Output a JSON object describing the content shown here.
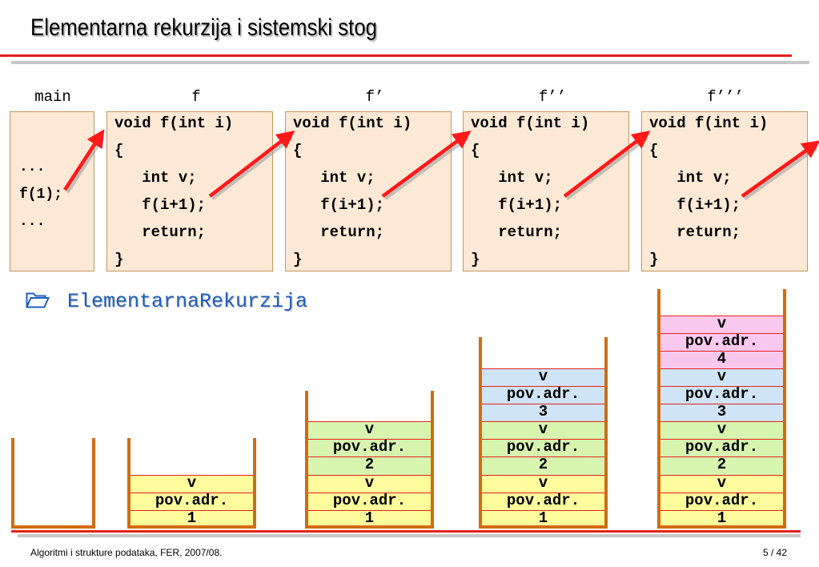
{
  "title": "Elementarna rekurzija i sistemski stog",
  "footer": {
    "left": "Algoritmi i strukture podataka, FER, 2007/08.",
    "right": "5 / 42"
  },
  "columns": {
    "main": "main",
    "f": "f",
    "f1": "f’",
    "f2": "f’’",
    "f3": "f’’’"
  },
  "main_code": [
    "...",
    "f(1);",
    "..."
  ],
  "func_code": [
    "void f(int i)",
    "{",
    "   int v;",
    "   f(i+1);",
    "   return;",
    "}"
  ],
  "link": {
    "icon": "folder-icon",
    "text": "ElementarnaRekurzija"
  },
  "stack_labels": {
    "v": "v",
    "ret": "pov.adr."
  },
  "stack_frames": [
    "1",
    "2",
    "3",
    "4"
  ],
  "colors": {
    "code_box": "#fde9d6",
    "frame_1": "#fdfd9d",
    "frame_2": "#d8f5b0",
    "frame_3": "#cfe4f7",
    "frame_4": "#f9c8ef",
    "accent_red": "#e3211c",
    "stack_wall": "#d26c12",
    "link": "#1f5fbf"
  }
}
